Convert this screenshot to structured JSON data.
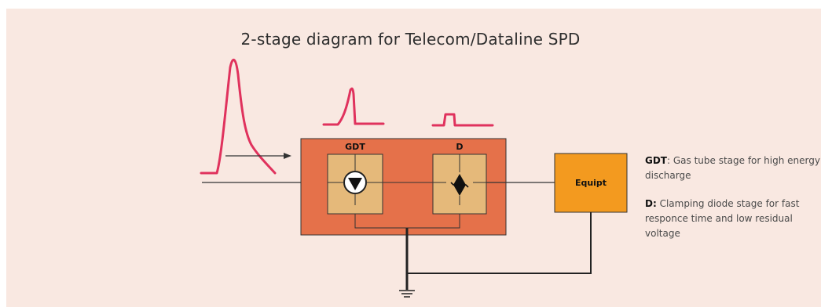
{
  "title": "2-stage diagram for Telecom/Dataline SPD",
  "stages": [
    {
      "label": "GDT"
    },
    {
      "label": "D"
    }
  ],
  "equipment": {
    "label": "Equipt"
  },
  "legend": [
    {
      "term": "GDT",
      "separator": ": ",
      "text": "Gas tube stage for high energy discharge"
    },
    {
      "term": "D:",
      "separator": " ",
      "text": "Clamping diode stage for fast responce time and low residual voltage"
    }
  ],
  "colors": {
    "background": "#f9e8e1",
    "spd_box": "#e5714a",
    "stage_box": "#e5b97a",
    "equipment_box": "#f39a1f",
    "pulse": "#e0325d",
    "wire": "#333333"
  }
}
